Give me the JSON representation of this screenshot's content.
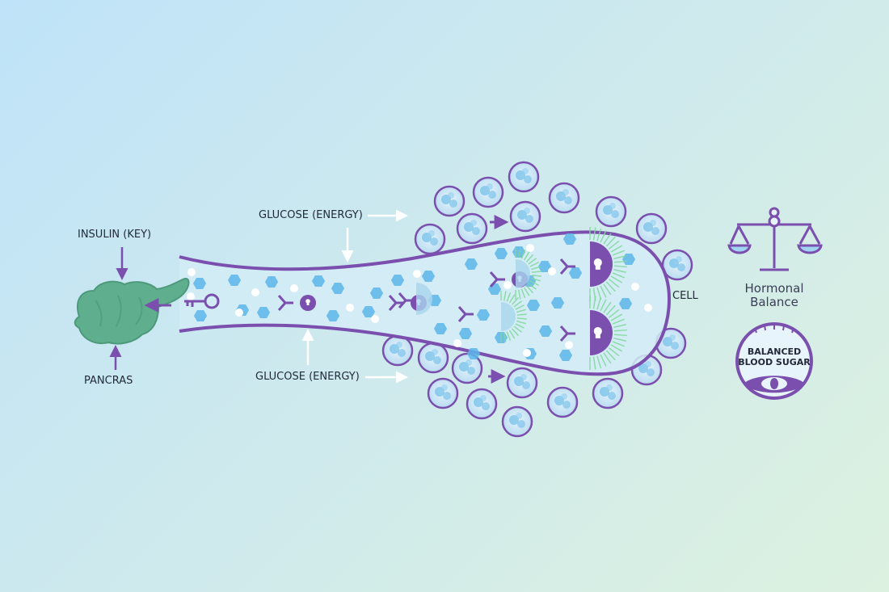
{
  "labels": {
    "insulin": "INSULIN (KEY)",
    "pancreas": "PANCRAS",
    "glucose_top": "GLUCOSE (ENERGY)",
    "glucose_bottom": "GLUCOSE (ENERGY)",
    "cell": "CELL",
    "hormonal_line1": "Hormonal",
    "hormonal_line2": "Balance",
    "blood_sugar_line1": "BALANCED",
    "blood_sugar_line2": "BLOOD SUGAR"
  },
  "icons": {
    "pancreas": "pancreas-icon",
    "key": "key-icon",
    "lock": "lock-icon",
    "receptor": "receptor-icon",
    "glucose": "glucose-hexagon-icon",
    "surrounding_cell": "cell-icon",
    "scale": "balance-scale-icon",
    "gauge": "blood-sugar-gauge-icon"
  },
  "colors": {
    "purple": "#7b4fae",
    "tube_fill": "#d4ecf7",
    "glucose_blue": "#5cb6ea",
    "pancreas_green": "#5fae8e",
    "signal_green": "#7fd99a"
  }
}
